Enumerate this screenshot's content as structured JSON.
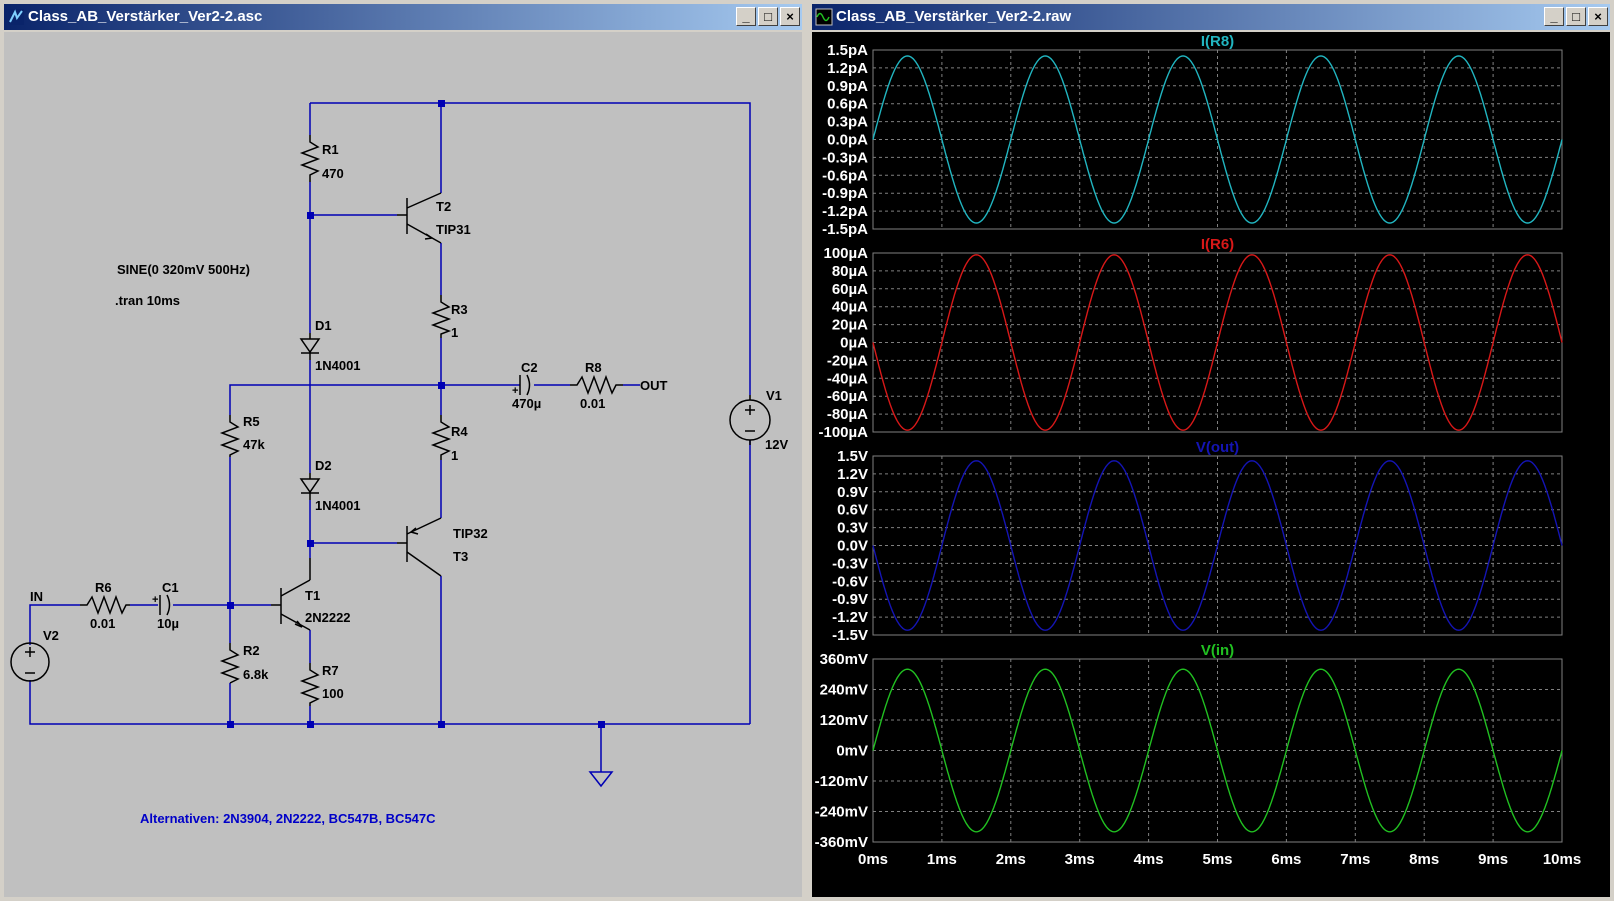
{
  "schematic_window": {
    "title": "Class_AB_Verstärker_Ver2-2.asc",
    "directives": {
      "source": "SINE(0 320mV 500Hz)",
      "tran": ".tran 10ms"
    },
    "comment": "Alternativen: 2N3904, 2N2222, BC547B, BC547C",
    "components": {
      "R1": {
        "name": "R1",
        "value": "470"
      },
      "T2": {
        "name": "T2",
        "value": "TIP31"
      },
      "R3": {
        "name": "R3",
        "value": "1"
      },
      "D1": {
        "name": "D1",
        "value": "1N4001"
      },
      "C2": {
        "name": "C2",
        "value": "470µ"
      },
      "R8": {
        "name": "R8",
        "value": "0.01"
      },
      "R5": {
        "name": "R5",
        "value": "47k"
      },
      "R4": {
        "name": "R4",
        "value": "1"
      },
      "D2": {
        "name": "D2",
        "value": "1N4001"
      },
      "T3": {
        "name": "T3",
        "value": "TIP32"
      },
      "V1": {
        "name": "V1",
        "value": "12V"
      },
      "R6": {
        "name": "R6",
        "value": "0.01"
      },
      "C1": {
        "name": "C1",
        "value": "10µ"
      },
      "T1": {
        "name": "T1",
        "value": "2N2222"
      },
      "V2": {
        "name": "V2"
      },
      "R2": {
        "name": "R2",
        "value": "6.8k"
      },
      "R7": {
        "name": "R7",
        "value": "100"
      }
    },
    "net_labels": {
      "in": "IN",
      "out": "OUT"
    },
    "colors": {
      "background": "#c0c0c0",
      "wire": "#0000b4",
      "text": "#000000",
      "comment": "#0000c8"
    }
  },
  "plot_window": {
    "title": "Class_AB_Verstärker_Ver2-2.raw",
    "colors": {
      "background": "#000000",
      "grid": "#808080",
      "text": "#ffffff"
    }
  },
  "chart_data": [
    {
      "type": "line",
      "title": "I(R8)",
      "color": "#21b5c0",
      "yticks": [
        "1.5pA",
        "1.2pA",
        "0.9pA",
        "0.6pA",
        "0.3pA",
        "0.0pA",
        "-0.3pA",
        "-0.6pA",
        "-0.9pA",
        "-1.2pA",
        "-1.5pA"
      ],
      "ylim": [
        -1.5,
        1.5
      ],
      "xlim": [
        0,
        10
      ],
      "series": [
        {
          "name": "I(R8)",
          "function": "sine",
          "amplitude": 1.4,
          "frequency_hz": 500,
          "phase_deg": 0,
          "offset": 0
        }
      ]
    },
    {
      "type": "line",
      "title": "I(R6)",
      "color": "#d81818",
      "yticks": [
        "100µA",
        "80µA",
        "60µA",
        "40µA",
        "20µA",
        "0µA",
        "-20µA",
        "-40µA",
        "-60µA",
        "-80µA",
        "-100µA"
      ],
      "ylim": [
        -100,
        100
      ],
      "xlim": [
        0,
        10
      ],
      "series": [
        {
          "name": "I(R6)",
          "function": "sine",
          "amplitude": 98,
          "frequency_hz": 500,
          "phase_deg": 180,
          "offset": 0
        }
      ]
    },
    {
      "type": "line",
      "title": "V(out)",
      "color": "#1414b4",
      "yticks": [
        "1.5V",
        "1.2V",
        "0.9V",
        "0.6V",
        "0.3V",
        "0.0V",
        "-0.3V",
        "-0.6V",
        "-0.9V",
        "-1.2V",
        "-1.5V"
      ],
      "ylim": [
        -1.5,
        1.5
      ],
      "xlim": [
        0,
        10
      ],
      "series": [
        {
          "name": "V(out)",
          "function": "sine",
          "amplitude": 1.42,
          "frequency_hz": 500,
          "phase_deg": 180,
          "offset": 0
        }
      ]
    },
    {
      "type": "line",
      "title": "V(in)",
      "color": "#21c021",
      "yticks": [
        "360mV",
        "240mV",
        "120mV",
        "0mV",
        "-120mV",
        "-240mV",
        "-360mV"
      ],
      "ylim": [
        -360,
        360
      ],
      "xlim": [
        0,
        10
      ],
      "series": [
        {
          "name": "V(in)",
          "function": "sine",
          "amplitude": 320,
          "frequency_hz": 500,
          "phase_deg": 0,
          "offset": 0
        }
      ]
    }
  ],
  "x_axis_ticks": [
    "0ms",
    "1ms",
    "2ms",
    "3ms",
    "4ms",
    "5ms",
    "6ms",
    "7ms",
    "8ms",
    "9ms",
    "10ms"
  ]
}
